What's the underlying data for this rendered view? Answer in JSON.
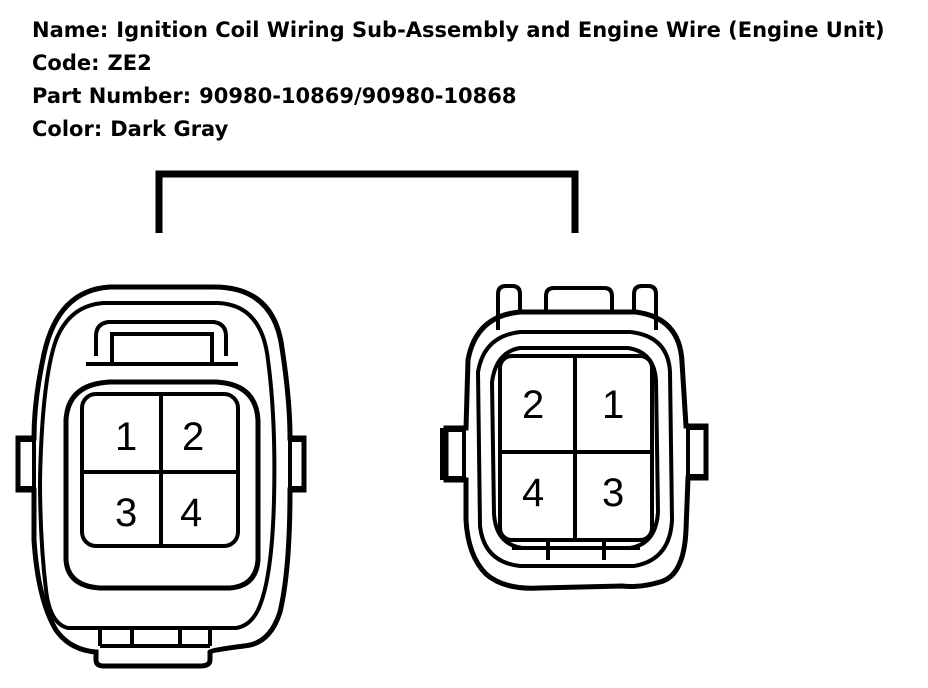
{
  "header": {
    "name_label": "Name:",
    "name_value": "Ignition Coil Wiring Sub-Assembly and Engine Wire (Engine Unit)",
    "code_label": "Code:",
    "code_value": "ZE2",
    "part_label": "Part Number:",
    "part_value": "90980-10869/90980-10868",
    "color_label": "Color:",
    "color_value": "Dark Gray"
  },
  "connector_left": {
    "pins": [
      "1",
      "2",
      "3",
      "4"
    ]
  },
  "connector_right": {
    "pins": [
      "2",
      "1",
      "4",
      "3"
    ]
  }
}
